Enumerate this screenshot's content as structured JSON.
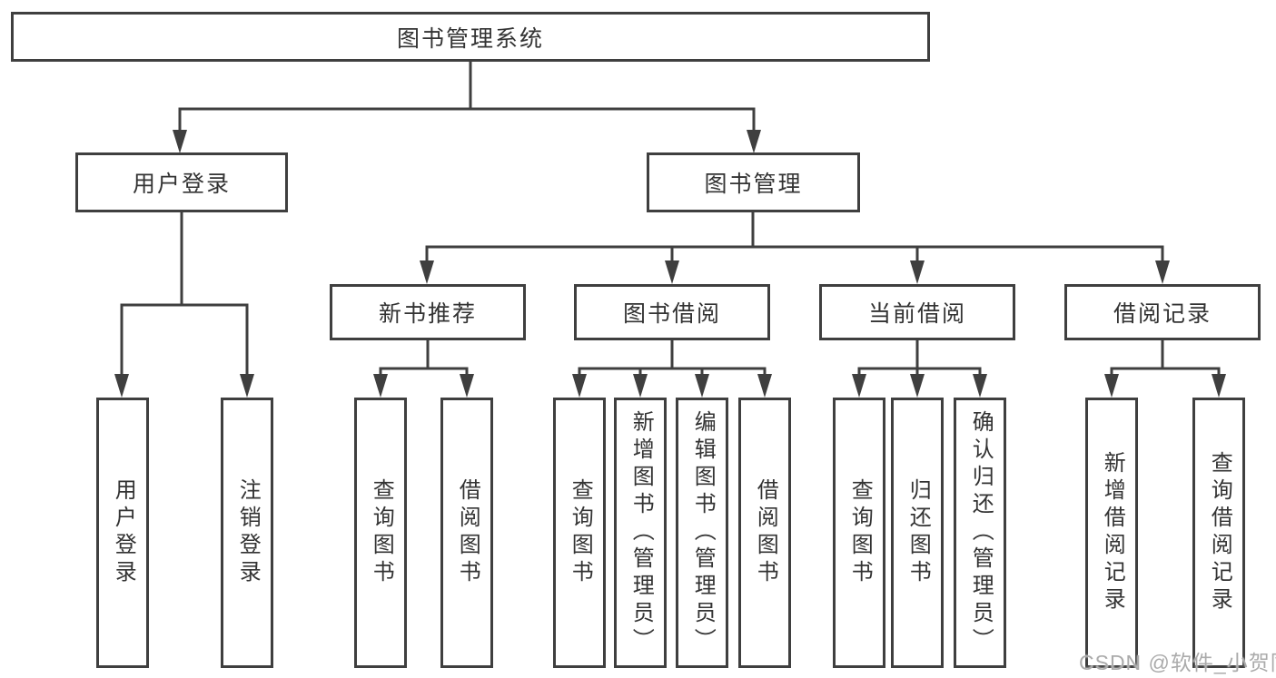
{
  "diagram": {
    "title": "图书管理系统",
    "root": "图书管理系统",
    "level2": [
      "用户登录",
      "图书管理"
    ],
    "level3": [
      "新书推荐",
      "图书借阅",
      "当前借阅",
      "借阅记录"
    ],
    "leaves": [
      [
        "用户登录",
        "注销登录"
      ],
      [
        "查询图书",
        "借阅图书"
      ],
      [
        "查询图书",
        "新增图书（管理员）",
        "编辑图书（管理员）",
        "借阅图书"
      ],
      [
        "查询图书",
        "归还图书",
        "确认归还（管理员）"
      ],
      [
        "新增借阅记录",
        "查询借阅记录"
      ]
    ]
  },
  "watermark": "CSDN @软件_小贺同学",
  "colors": {
    "line": "#3f3f3f",
    "text": "#333333",
    "background": "#ffffff",
    "watermark": "#ababab"
  }
}
